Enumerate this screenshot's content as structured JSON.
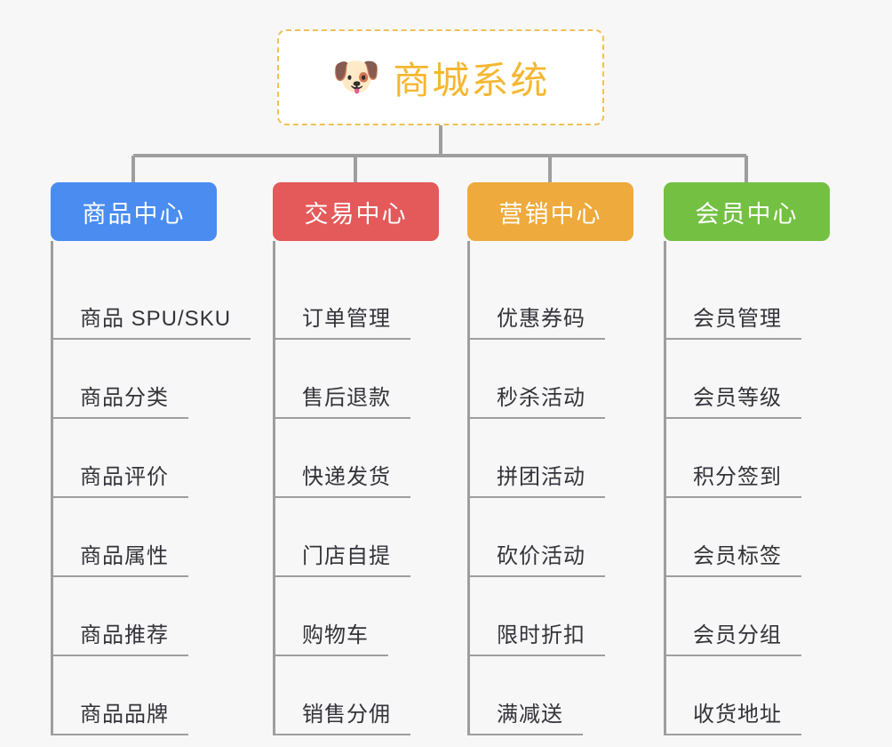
{
  "diagram": {
    "type": "org-tree",
    "background_color": "#f7f7f7",
    "root": {
      "icon": "shiba-dog-face-icon",
      "icon_glyph": "🐶",
      "title": "商城系统",
      "title_color": "#f5b731",
      "border_color": "#f0c057",
      "border_style": "dashed",
      "fill_color": "#ffffff"
    },
    "connector_color": "#9e9e9e",
    "columns": [
      {
        "id": "product-center",
        "label": "商品中心",
        "color": "#4a8cf0",
        "items": [
          "商品 SPU/SKU",
          "商品分类",
          "商品评价",
          "商品属性",
          "商品推荐",
          "商品品牌"
        ]
      },
      {
        "id": "trade-center",
        "label": "交易中心",
        "color": "#e4595a",
        "items": [
          "订单管理",
          "售后退款",
          "快递发货",
          "门店自提",
          "购物车",
          "销售分佣"
        ]
      },
      {
        "id": "marketing-center",
        "label": "营销中心",
        "color": "#eeaa3c",
        "items": [
          "优惠券码",
          "秒杀活动",
          "拼团活动",
          "砍价活动",
          "限时折扣",
          "满减送"
        ]
      },
      {
        "id": "member-center",
        "label": "会员中心",
        "color": "#74c043",
        "items": [
          "会员管理",
          "会员等级",
          "积分签到",
          "会员标签",
          "会员分组",
          "收货地址"
        ]
      }
    ]
  }
}
